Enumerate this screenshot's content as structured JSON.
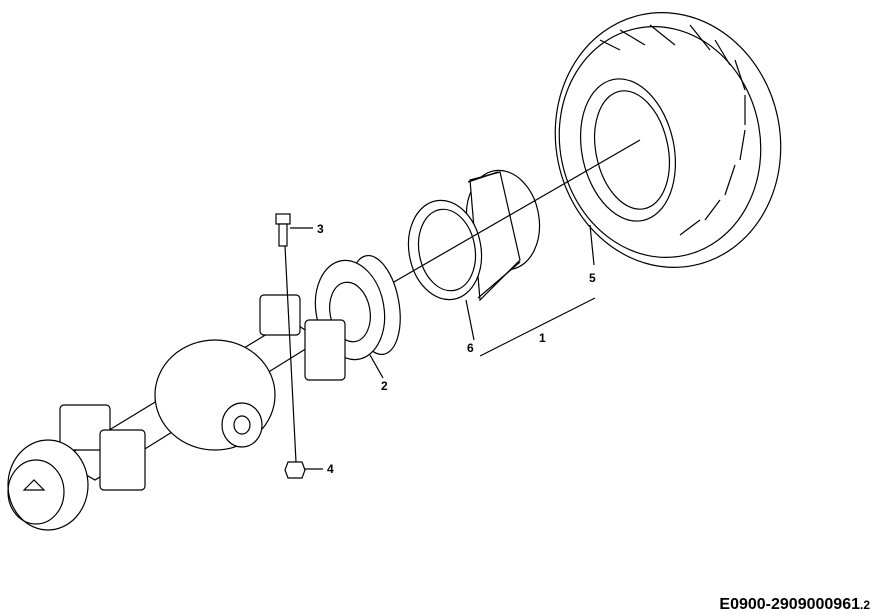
{
  "diagram": {
    "callouts": [
      "1",
      "2",
      "3",
      "4",
      "5",
      "6"
    ],
    "reference_code": "E0900-2909000961",
    "reference_suffix": ".2"
  }
}
